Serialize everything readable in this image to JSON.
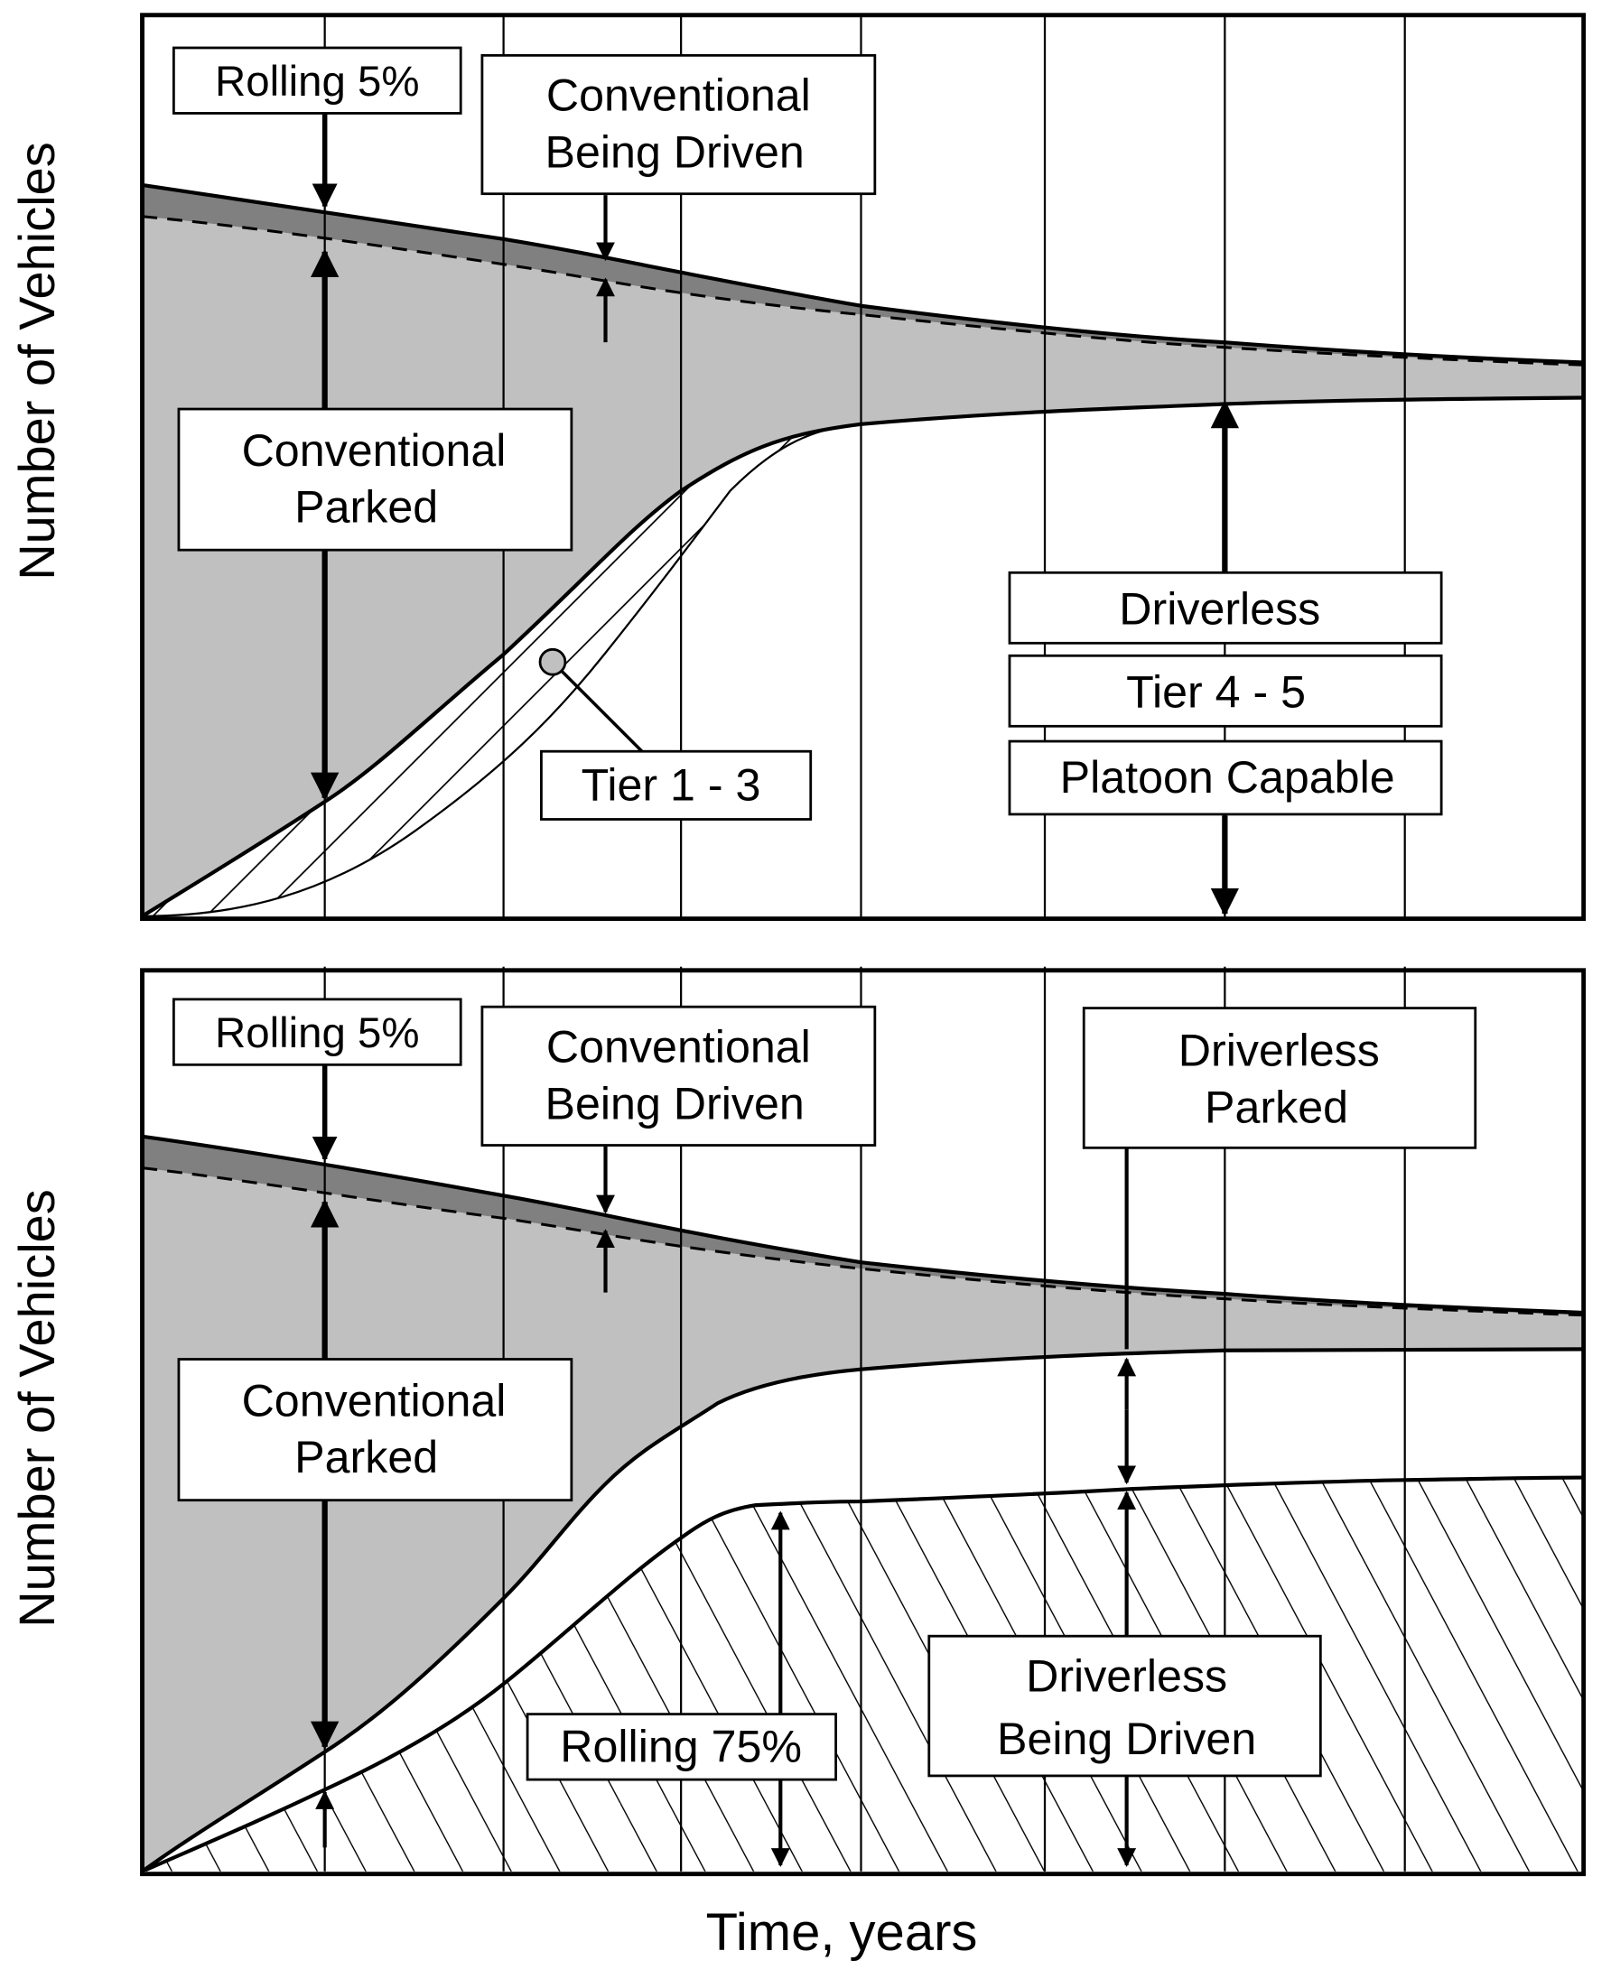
{
  "figure": {
    "y_axis_label": "Number of Vehicles",
    "x_axis_label": "Time, years",
    "colors": {
      "conventional_parked": "#c0c0c0",
      "conventional_driven": "#808080",
      "line": "#000000",
      "background": "#ffffff"
    }
  },
  "top_panel": {
    "labels": {
      "rolling_5": "Rolling 5%",
      "conv_driven_line1": "Conventional",
      "conv_driven_line2": "Being Driven",
      "conv_parked_line1": "Conventional",
      "conv_parked_line2": "Parked",
      "tier_1_3": "Tier 1 - 3",
      "driverless": "Driverless",
      "tier_4_5": "Tier 4 - 5",
      "platoon": "Platoon Capable"
    }
  },
  "bottom_panel": {
    "labels": {
      "rolling_5": "Rolling 5%",
      "conv_driven_line1": "Conventional",
      "conv_driven_line2": "Being Driven",
      "conv_parked_line1": "Conventional",
      "conv_parked_line2": "Parked",
      "driverless_parked_line1": "Driverless",
      "driverless_parked_line2": "Parked",
      "rolling_75": "Rolling 75%",
      "driverless_driven_line1": "Driverless",
      "driverless_driven_line2": "Being Driven"
    }
  }
}
